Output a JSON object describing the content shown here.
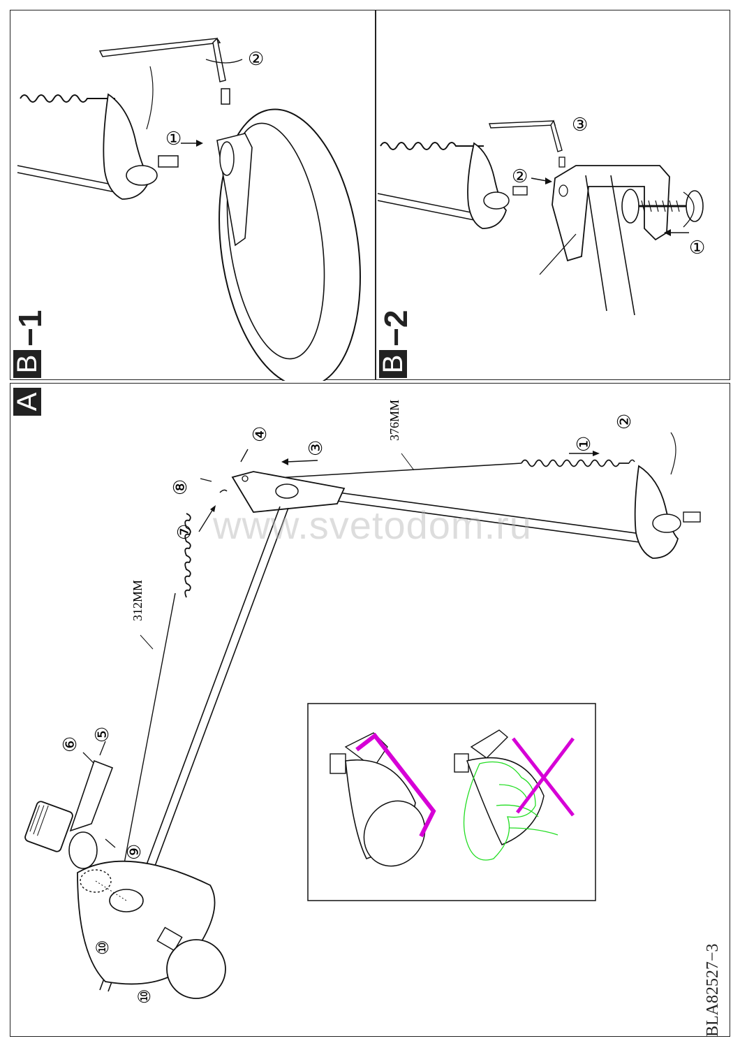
{
  "panels": {
    "b1": {
      "letter": "B",
      "suffix": "−1"
    },
    "b2": {
      "letter": "B",
      "suffix": "−2"
    },
    "a": {
      "letter": "A"
    }
  },
  "callouts": {
    "b1": [
      "①",
      "②"
    ],
    "b2": [
      "①",
      "②",
      "③"
    ],
    "a": [
      "①",
      "②",
      "③",
      "④",
      "⑤",
      "⑥",
      "⑦",
      "⑧",
      "⑨",
      "⑩",
      "⑩"
    ]
  },
  "dimensions": {
    "upper_spring": "376MM",
    "lower_spring": "312MM"
  },
  "document_code": "BLA82527−3",
  "watermark": "www.svetodom.ru",
  "warning": {
    "correct_mark_color": "#d600d6",
    "wrong_mark_color": "#d600d6",
    "hand_color": "#22dd22"
  }
}
